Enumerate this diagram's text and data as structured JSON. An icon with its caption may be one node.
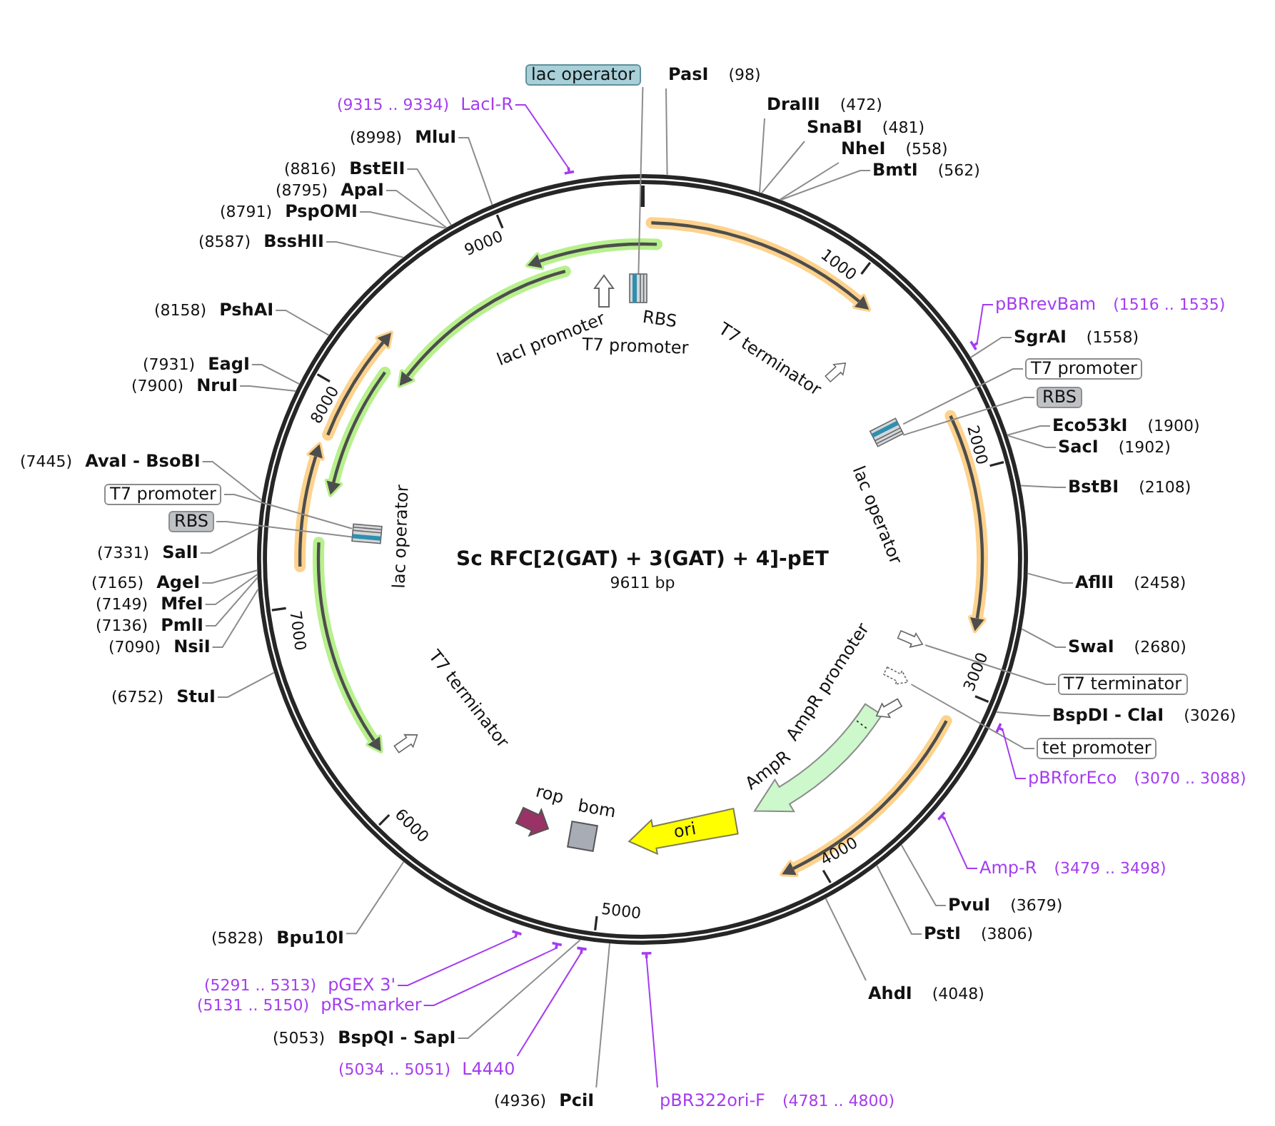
{
  "diagram": {
    "title": "Sc RFC[2(GAT) + 3(GAT) + 4]-pET",
    "nodes": [
      {
        "text": [
          "lac operator"
        ]
      },
      {
        "text": [
          "PasI",
          "(98)"
        ]
      },
      {
        "text": [
          "(9315 .. 9334)",
          "LacI-R"
        ]
      },
      {
        "text": [
          "DraIII",
          "(472)"
        ]
      },
      {
        "text": [
          "SnaBI",
          "(481)"
        ]
      },
      {
        "text": [
          "(8998)",
          "MluI"
        ]
      },
      {
        "text": [
          "NheI",
          "(558)"
        ]
      },
      {
        "text": [
          "BmtI",
          "(562)"
        ]
      },
      {
        "text": [
          "(8816)",
          "BstEII"
        ]
      },
      {
        "text": [
          "(8795)",
          "ApaI"
        ]
      },
      {
        "text": [
          "(8791)",
          "PspOMI"
        ]
      },
      {
        "text": [
          "(8587)",
          "BssHII"
        ]
      },
      {
        "text": [
          "pBRrevBam",
          "(1516 .. 1535)"
        ]
      },
      {
        "text": [
          "(8158)",
          "PshAI"
        ]
      },
      {
        "text": [
          "SgrAI",
          "(1558)"
        ]
      },
      {
        "text": [
          "T7 promoter"
        ]
      },
      {
        "text": [
          "(7931)",
          "EagI"
        ]
      },
      {
        "text": [
          "(7900)",
          "NruI"
        ]
      },
      {
        "text": [
          "RBS"
        ]
      },
      {
        "text": [
          "Eco53kI",
          "(1900)"
        ]
      },
      {
        "text": [
          "SacI",
          "(1902)"
        ]
      },
      {
        "text": [
          "(7445)",
          "AvaI - BsoBI"
        ]
      },
      {
        "text": [
          "BstBI",
          "(2108)"
        ]
      },
      {
        "text": [
          "T7 promoter"
        ]
      },
      {
        "text": [
          "RBS"
        ]
      },
      {
        "text": [
          "(7331)",
          "SalI"
        ]
      },
      {
        "text": [
          "AflII",
          "(2458)"
        ]
      },
      {
        "text": [
          "(7165)",
          "AgeI"
        ]
      },
      {
        "text": [
          "(7149)",
          "MfeI"
        ]
      },
      {
        "text": [
          "(7136)",
          "PmlI"
        ]
      },
      {
        "text": [
          "(7090)",
          "NsiI"
        ]
      },
      {
        "text": [
          "SwaI",
          "(2680)"
        ]
      },
      {
        "text": [
          "T7 terminator"
        ]
      },
      {
        "text": [
          "(6752)",
          "StuI"
        ]
      },
      {
        "text": [
          "BspDI - ClaI",
          "(3026)"
        ]
      },
      {
        "text": [
          "tet promoter"
        ]
      },
      {
        "text": [
          "pBRforEco",
          "(3070 .. 3088)"
        ]
      },
      {
        "text": [
          "ori"
        ]
      },
      {
        "text": [
          "Amp-R",
          "(3479 .. 3498)"
        ]
      },
      {
        "text": [
          "PvuI",
          "(3679)"
        ]
      },
      {
        "text": [
          "PstI",
          "(3806)"
        ]
      },
      {
        "text": [
          "(5828)",
          "Bpu10I"
        ]
      },
      {
        "text": [
          "AhdI",
          "(4048)"
        ]
      },
      {
        "text": [
          "(5291 .. 5313)",
          "pGEX 3'"
        ]
      },
      {
        "text": [
          "(5131 .. 5150)",
          "pRS-marker"
        ]
      },
      {
        "text": [
          "(5053)",
          "BspQI - SapI"
        ]
      },
      {
        "text": [
          "(5034 .. 5051)",
          "L4440"
        ]
      },
      {
        "text": [
          "(4936)",
          "PciI"
        ]
      },
      {
        "text": [
          "pBR322ori-F",
          "(4781 .. 4800)"
        ]
      },
      {
        "text": [],
        "shape": "box",
        "beside": [
          "RBS",
          "T7 promoter"
        ]
      },
      {
        "text": [],
        "shape": "box",
        "beside": [
          "lac operator"
        ]
      },
      {
        "text": [],
        "shape": "box",
        "beside": [
          "lac operator"
        ]
      },
      {
        "text": [],
        "shape": "arrow"
      },
      {
        "text": [],
        "shape": "arrow"
      }
    ],
    "edges": [
      {
        "from": 0,
        "to": 49,
        "arrow": "none"
      },
      {
        "from": 1,
        "to": null,
        "arrow": "none"
      },
      {
        "from": 2,
        "to": null,
        "arrow": "none",
        "color": "#a43cf0"
      },
      {
        "from": 3,
        "to": null,
        "arrow": "none"
      },
      {
        "from": 4,
        "to": null,
        "arrow": "none"
      },
      {
        "from": 5,
        "to": null,
        "arrow": "none"
      },
      {
        "from": 6,
        "to": null,
        "arrow": "none"
      },
      {
        "from": 7,
        "to": null,
        "arrow": "none"
      },
      {
        "from": 8,
        "to": null,
        "arrow": "none"
      },
      {
        "from": 9,
        "to": null,
        "arrow": "none"
      },
      {
        "from": 10,
        "to": null,
        "arrow": "none"
      },
      {
        "from": 11,
        "to": null,
        "arrow": "none"
      },
      {
        "from": 12,
        "to": null,
        "arrow": "none",
        "color": "#a43cf0"
      },
      {
        "from": 13,
        "to": null,
        "arrow": "none"
      },
      {
        "from": 14,
        "to": null,
        "arrow": "none"
      },
      {
        "from": 15,
        "to": 50,
        "arrow": "none"
      },
      {
        "from": 16,
        "to": null,
        "arrow": "none"
      },
      {
        "from": 17,
        "to": null,
        "arrow": "none"
      },
      {
        "from": 18,
        "to": 50,
        "arrow": "none"
      },
      {
        "from": 19,
        "to": null,
        "arrow": "none"
      },
      {
        "from": 20,
        "to": null,
        "arrow": "none"
      },
      {
        "from": 21,
        "to": null,
        "arrow": "none"
      },
      {
        "from": 22,
        "to": null,
        "arrow": "none"
      },
      {
        "from": 23,
        "to": 51,
        "arrow": "none"
      },
      {
        "from": 24,
        "to": 51,
        "arrow": "none"
      },
      {
        "from": 25,
        "to": null,
        "arrow": "none"
      },
      {
        "from": 26,
        "to": null,
        "arrow": "none"
      },
      {
        "from": 27,
        "to": null,
        "arrow": "none"
      },
      {
        "from": 28,
        "to": null,
        "arrow": "none"
      },
      {
        "from": 29,
        "to": null,
        "arrow": "none"
      },
      {
        "from": 30,
        "to": null,
        "arrow": "none"
      },
      {
        "from": 31,
        "to": null,
        "arrow": "none"
      },
      {
        "from": 32,
        "to": 52,
        "arrow": "none"
      },
      {
        "from": 33,
        "to": null,
        "arrow": "none"
      },
      {
        "from": 34,
        "to": null,
        "arrow": "none"
      },
      {
        "from": 35,
        "to": 53,
        "arrow": "none"
      },
      {
        "from": 36,
        "to": null,
        "arrow": "none",
        "color": "#a43cf0"
      },
      {
        "from": 38,
        "to": null,
        "arrow": "none",
        "color": "#a43cf0"
      },
      {
        "from": 39,
        "to": null,
        "arrow": "none"
      },
      {
        "from": 40,
        "to": null,
        "arrow": "none"
      },
      {
        "from": 41,
        "to": null,
        "arrow": "none"
      },
      {
        "from": 42,
        "to": null,
        "arrow": "none"
      },
      {
        "from": 43,
        "to": null,
        "arrow": "none",
        "color": "#a43cf0"
      },
      {
        "from": 44,
        "to": null,
        "arrow": "none",
        "color": "#a43cf0"
      },
      {
        "from": 45,
        "to": null,
        "arrow": "none"
      },
      {
        "from": 46,
        "to": null,
        "arrow": "none",
        "color": "#a43cf0"
      },
      {
        "from": 47,
        "to": null,
        "arrow": "none"
      },
      {
        "from": 48,
        "to": null,
        "arrow": "none",
        "color": "#a43cf0"
      }
    ],
    "labels": [
      "9000",
      "1000",
      "lacI promoter",
      "T7 terminator",
      "8000",
      "2000",
      "9611 bp",
      "7000",
      "3000",
      "AmpR promoter",
      "T7 terminator",
      "AmpR",
      "rop",
      "bom",
      "6000",
      "4000",
      "5000"
    ]
  }
}
